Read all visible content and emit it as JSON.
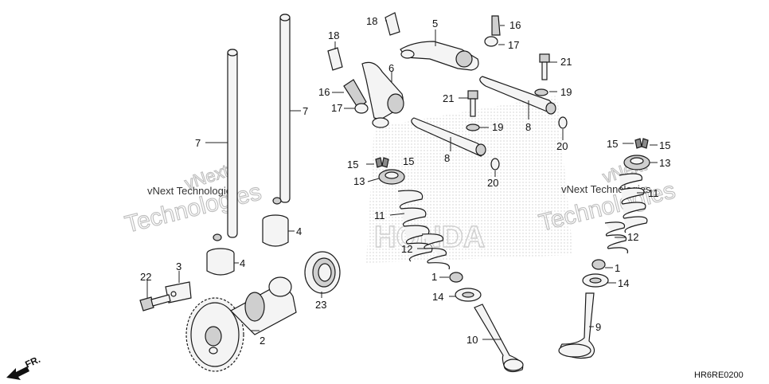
{
  "diagram_code": "HR6RE0200",
  "front_indicator": "FR.",
  "watermark": {
    "line1": "vNext",
    "line2": "Technologies",
    "full": "vNext Technologies"
  },
  "colors": {
    "ink": "#1a1a1a",
    "watermark": "#bdbdbd",
    "part_fill": "#f4f4f4"
  },
  "labels": {
    "l1a": "1",
    "l1b": "1",
    "l2": "2",
    "l3": "3",
    "l4a": "4",
    "l4b": "4",
    "l5": "5",
    "l6": "6",
    "l7a": "7",
    "l7b": "7",
    "l8a": "8",
    "l8b": "8",
    "l9": "9",
    "l10": "10",
    "l11a": "11",
    "l11b": "11",
    "l12a": "12",
    "l12b": "12",
    "l13a": "13",
    "l13b": "13",
    "l14a": "14",
    "l14b": "14",
    "l15a": "15",
    "l15b": "15",
    "l15c": "15",
    "l15d": "15",
    "l16a": "16",
    "l16b": "16",
    "l17a": "17",
    "l17b": "17",
    "l18a": "18",
    "l18b": "18",
    "l19a": "19",
    "l19b": "19",
    "l20a": "20",
    "l20b": "20",
    "l21a": "21",
    "l21b": "21",
    "l22": "22",
    "l23": "23"
  }
}
